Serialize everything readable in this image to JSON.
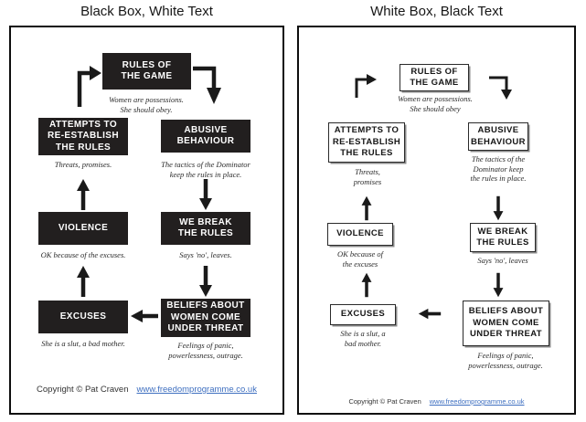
{
  "colors": {
    "box_black": "#221f1f",
    "box_text_white": "#ffffff",
    "link_blue": "#3e6fc0",
    "ink": "#1a1a1a"
  },
  "left_panel": {
    "title": "Black Box, White Text",
    "nodes": {
      "rules": {
        "label": "RULES OF\nTHE GAME",
        "caption": "Women are possessions.\nShe should obey."
      },
      "attempts": {
        "label": "ATTEMPTS TO\nRE-ESTABLISH\nTHE RULES",
        "caption": "Threats, promises."
      },
      "abusive": {
        "label": "ABUSIVE\nBEHAVIOUR",
        "caption": "The tactics of the Dominator\nkeep the rules in place."
      },
      "violence": {
        "label": "VIOLENCE",
        "caption": "OK because of the excuses."
      },
      "we_break": {
        "label": "WE BREAK\nTHE RULES",
        "caption": "Says 'no', leaves."
      },
      "excuses": {
        "label": "EXCUSES",
        "caption": "She is a slut, a bad mother."
      },
      "beliefs": {
        "label": "BELIEFS ABOUT\nWOMEN COME\nUNDER THREAT",
        "caption": "Feelings of panic,\npowerlessness, outrage."
      }
    },
    "copyright_text": "Copyright © Pat Craven",
    "copyright_link": "www.freedomprogramme.co.uk"
  },
  "right_panel": {
    "title": "White Box, Black Text",
    "nodes": {
      "rules": {
        "label": "RULES OF\nTHE GAME",
        "caption": "Women are possessions.\nShe should obey"
      },
      "attempts": {
        "label": "ATTEMPTS TO\nRE-ESTABLISH\nTHE RULES",
        "caption": "Threats,\npromises"
      },
      "abusive": {
        "label": "ABUSIVE\nBEHAVIOUR",
        "caption": "The tactics of the\nDominator keep\nthe rules in place."
      },
      "violence": {
        "label": "VIOLENCE",
        "caption": "OK because of\nthe excuses"
      },
      "we_break": {
        "label": "WE BREAK\nTHE RULES",
        "caption": "Says 'no', leaves"
      },
      "excuses": {
        "label": "EXCUSES",
        "caption": "She is a slut, a\nbad mother."
      },
      "beliefs": {
        "label": "BELIEFS ABOUT\nWOMEN COME\nUNDER THREAT",
        "caption": "Feelings of panic,\npowerlessness, outrage."
      }
    },
    "copyright_text": "Copyright © Pat Craven",
    "copyright_link": "www.freedomprogramme.co.uk"
  }
}
